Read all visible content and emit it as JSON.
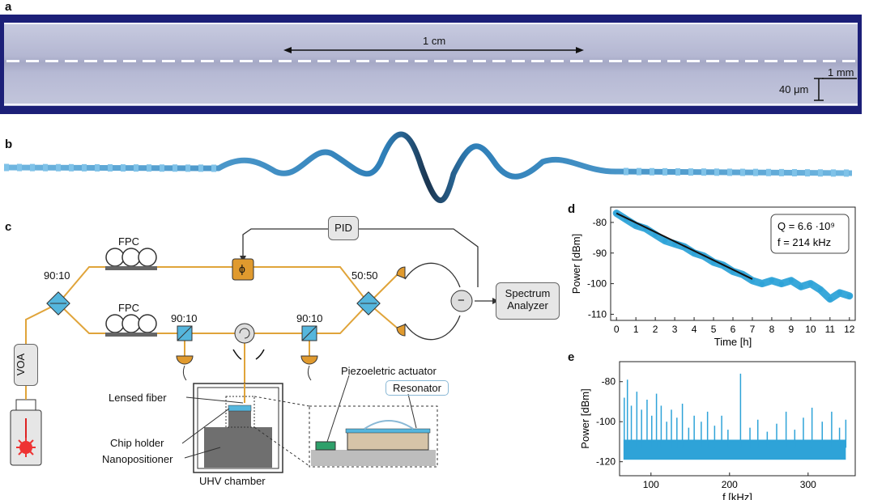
{
  "panels": {
    "a": "a",
    "b": "b",
    "c": "c",
    "d": "d",
    "e": "e"
  },
  "panel_a": {
    "scale_long": "1 cm",
    "scale_width": "40 μm",
    "scale_short": "1 mm"
  },
  "panel_c": {
    "pid": "PID",
    "fpc_top": "FPC",
    "fpc_bottom": "FPC",
    "phase": "ϕ",
    "split_9010": "90:10",
    "split_5050": "50:50",
    "tap_left": "90:10",
    "tap_right": "90:10",
    "voa": "VOA",
    "minus": "−",
    "spectrum_analyzer_line1": "Spectrum",
    "spectrum_analyzer_line2": "Analyzer",
    "lensed_fiber": "Lensed fiber",
    "chip_holder": "Chip holder",
    "nanopositioner": "Nanopositioner",
    "uhv_chamber": "UHV chamber",
    "piezo_actuator": "Piezoeletric actuator",
    "resonator": "Resonator"
  },
  "chart_data": [
    {
      "type": "scatter",
      "panel": "d",
      "xlabel": "Time [h]",
      "ylabel": "Power [dBm]",
      "xlim": [
        -0.3,
        12.3
      ],
      "ylim": [
        -112,
        -75
      ],
      "xticks": [
        0,
        1,
        2,
        3,
        4,
        5,
        6,
        7,
        8,
        9,
        10,
        11,
        12
      ],
      "yticks": [
        -80,
        -90,
        -100,
        -110
      ],
      "annotation": [
        "Q = 6.6 ·10⁹",
        "f = 214 kHz"
      ],
      "series": [
        {
          "kind": "measured",
          "color": "#2ea3d8",
          "x": [
            0,
            0.5,
            1,
            1.5,
            2,
            2.5,
            3,
            3.5,
            4,
            4.5,
            5,
            5.5,
            6,
            6.5,
            7,
            7.5,
            8,
            8.5,
            9,
            9.5,
            10,
            10.5,
            11,
            11.5,
            12
          ],
          "y": [
            -77,
            -79,
            -81,
            -82,
            -84,
            -86,
            -87,
            -88,
            -90,
            -91,
            -93,
            -94,
            -96,
            -97,
            -99,
            -100,
            -99,
            -100,
            -99,
            -101,
            -100,
            -102,
            -105,
            -103,
            -104
          ]
        },
        {
          "kind": "fit",
          "color": "#111111",
          "x": [
            0,
            7
          ],
          "y": [
            -77,
            -98.5
          ]
        }
      ]
    },
    {
      "type": "line",
      "panel": "e",
      "xlabel": "f [kHz]",
      "ylabel": "Power [dBm]",
      "xlim": [
        60,
        360
      ],
      "ylim": [
        -127,
        -70
      ],
      "xticks": [
        100,
        200,
        300
      ],
      "yticks": [
        -80,
        -100,
        -120
      ],
      "series": [
        {
          "kind": "spectrum",
          "color": "#2ea3d8",
          "baseline": -113,
          "peaks_x": [
            66,
            70,
            75,
            82,
            88,
            95,
            101,
            107,
            113,
            120,
            126,
            133,
            140,
            148,
            155,
            164,
            172,
            181,
            190,
            198,
            214,
            226,
            236,
            248,
            260,
            272,
            283,
            294,
            305,
            318,
            330,
            340,
            348
          ],
          "peaks_y": [
            -88,
            -79,
            -92,
            -85,
            -94,
            -89,
            -97,
            -86,
            -92,
            -100,
            -94,
            -98,
            -91,
            -103,
            -97,
            -100,
            -95,
            -102,
            -97,
            -104,
            -76,
            -103,
            -99,
            -105,
            -101,
            -95,
            -104,
            -98,
            -93,
            -100,
            -95,
            -103,
            -99
          ]
        }
      ]
    }
  ]
}
